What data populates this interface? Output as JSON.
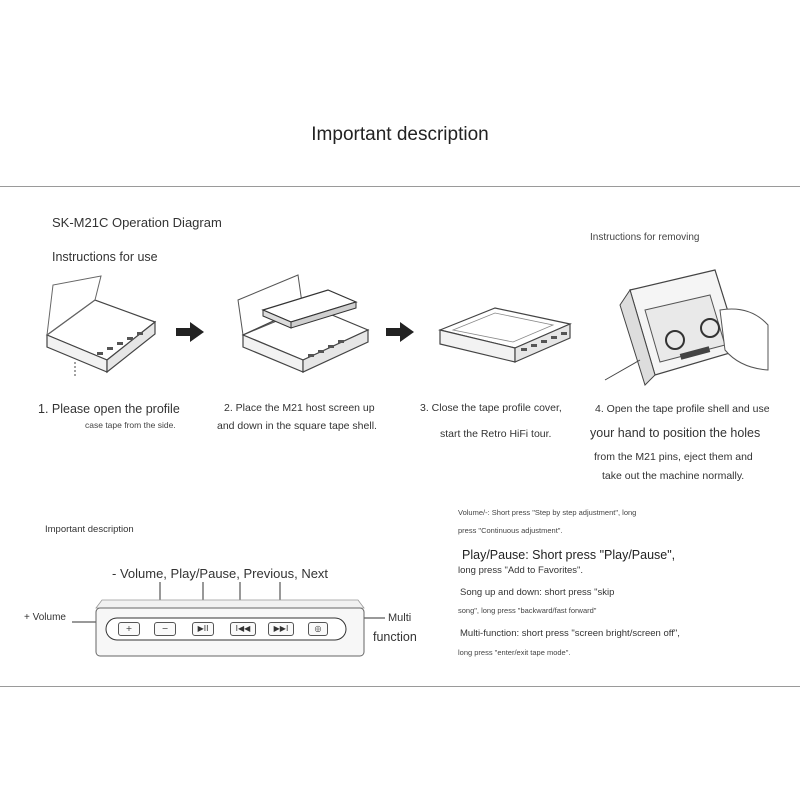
{
  "header": {
    "title": "Important description"
  },
  "diagram": {
    "title": "SK-M21C Operation Diagram",
    "instructions_title": "Instructions for use",
    "removing_title": "Instructions for removing"
  },
  "steps": {
    "s1_line1": "1. Please open the profile",
    "s1_line2": "case tape from the side.",
    "s2_line1": "2. Place the M21 host screen up",
    "s2_line2": "and down in the square tape shell.",
    "s3_line1": "3. Close the tape profile cover,",
    "s3_line2": "start the Retro HiFi tour.",
    "s4_line1": "4. Open the tape profile shell and use",
    "s4_line2": "your hand to position the holes",
    "s4_line3": "from the M21 pins, eject them and",
    "s4_line4": "take out the machine normally."
  },
  "controls": {
    "title": "Important description",
    "top_label": "- Volume, Play/Pause, Previous, Next",
    "vol_plus_label": "+ Volume",
    "multi_label_1": "Multi",
    "multi_label_2": "function",
    "buttons": [
      "+",
      "−",
      "▶II",
      "I◀◀",
      "▶▶I",
      "◎"
    ]
  },
  "descriptions": {
    "volume_1": "Volume/-: Short press \"Step by step adjustment\", long",
    "volume_2": "press \"Continuous adjustment\".",
    "play_1": "Play/Pause: Short press \"Play/Pause\",",
    "play_2": "long press \"Add to Favorites\".",
    "song_1": "Song up and down: short press \"skip",
    "song_2": "song\", long press \"backward/fast forward\"",
    "multi_1": "Multi-function: short press \"screen bright/screen off\",",
    "multi_2": "long press \"enter/exit tape mode\"."
  }
}
